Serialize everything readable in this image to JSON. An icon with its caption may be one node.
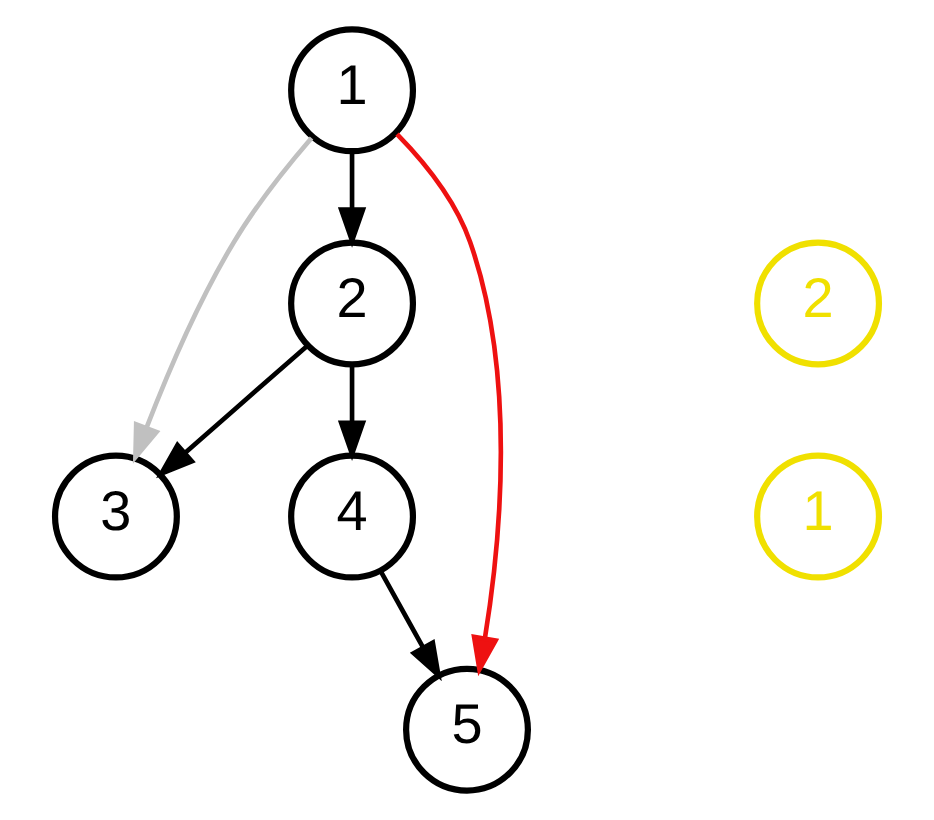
{
  "diagram": {
    "nodes": [
      {
        "text": [
          "1"
        ]
      },
      {
        "text": [
          "2"
        ]
      },
      {
        "text": [
          "3"
        ]
      },
      {
        "text": [
          "4"
        ]
      },
      {
        "text": [
          "5"
        ]
      },
      {
        "text": [
          "2"
        ]
      },
      {
        "text": [
          "1"
        ]
      }
    ],
    "edges": [
      {
        "from": 0,
        "to": 1,
        "arrow": "to"
      },
      {
        "from": 1,
        "to": 2,
        "arrow": "to"
      },
      {
        "from": 1,
        "to": 3,
        "arrow": "to"
      },
      {
        "from": 3,
        "to": 4,
        "arrow": "to"
      },
      {
        "from": 0,
        "to": 2,
        "arrow": "to",
        "color": "#c0c0c0"
      },
      {
        "from": 0,
        "to": 4,
        "arrow": "to",
        "color": "#ee1111"
      }
    ]
  }
}
